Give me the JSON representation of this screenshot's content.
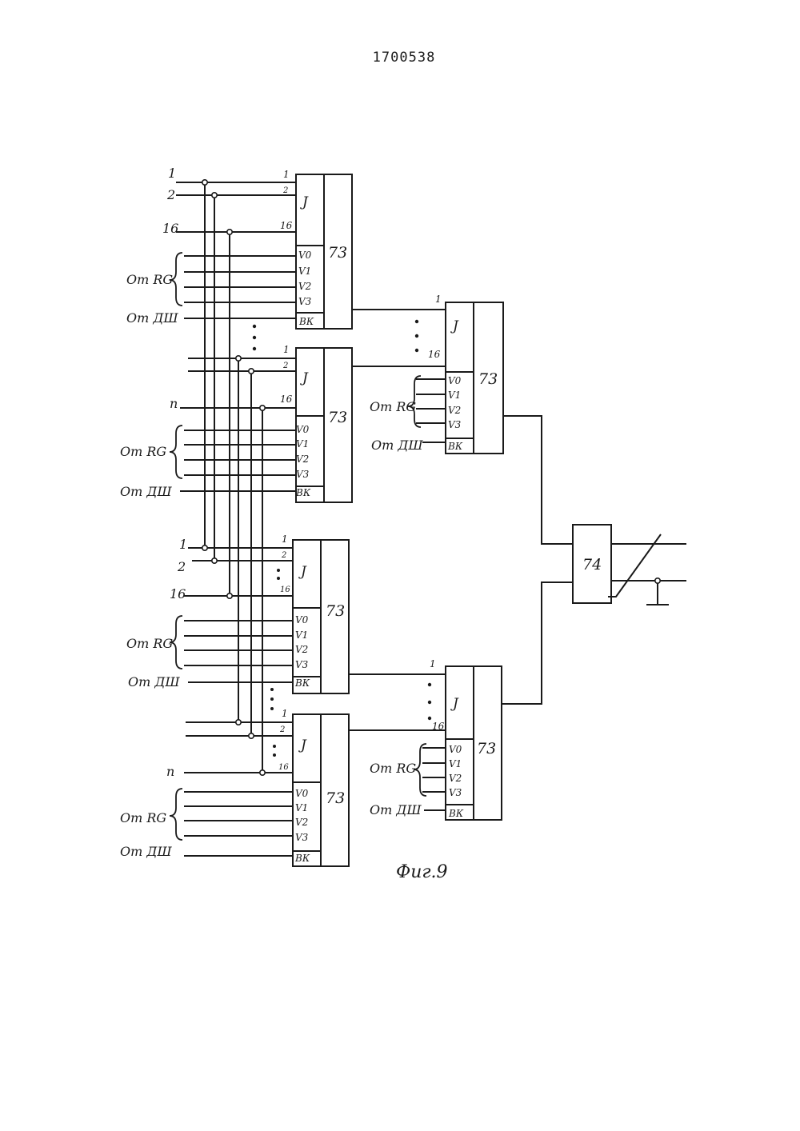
{
  "header": {
    "doc_number": "1700538"
  },
  "figure": {
    "caption": "Фиг.9"
  },
  "blocks": {
    "comparator_label": "73",
    "output_label": "74",
    "section_input": "J",
    "v_labels": [
      "V0",
      "V1",
      "V2",
      "V3"
    ],
    "enable_label": "ВК"
  },
  "inputs": {
    "n1": "1",
    "n2": "2",
    "n16": "16",
    "nn": "n",
    "from_rg": "От RG",
    "from_dsh": "От ДШ"
  }
}
